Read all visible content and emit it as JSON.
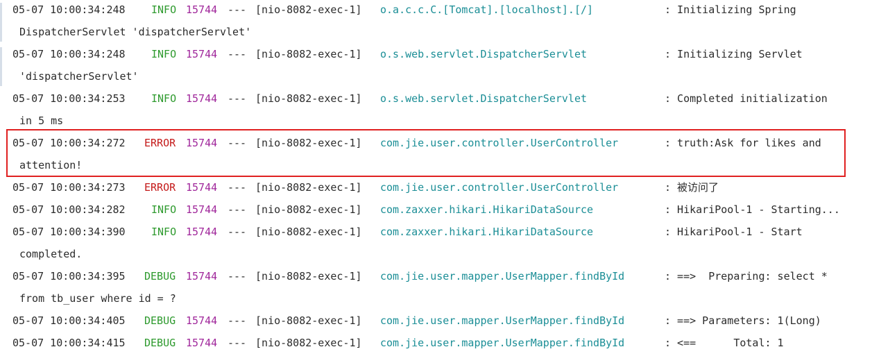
{
  "log_lines": [
    {
      "timestamp": "05-07 10:00:34:248",
      "level": "INFO",
      "pid": "15744",
      "separator": "---",
      "thread": "[nio-8082-exec-1]",
      "logger": "o.a.c.c.C.[Tomcat].[localhost].[/]",
      "message": ": Initializing Spring",
      "continuation": "DispatcherServlet 'dispatcherServlet'"
    },
    {
      "timestamp": "05-07 10:00:34:248",
      "level": "INFO",
      "pid": "15744",
      "separator": "---",
      "thread": "[nio-8082-exec-1]",
      "logger": "o.s.web.servlet.DispatcherServlet",
      "message": ": Initializing Servlet",
      "continuation": "'dispatcherServlet'"
    },
    {
      "timestamp": "05-07 10:00:34:253",
      "level": "INFO",
      "pid": "15744",
      "separator": "---",
      "thread": "[nio-8082-exec-1]",
      "logger": "o.s.web.servlet.DispatcherServlet",
      "message": ": Completed initialization",
      "continuation": "in 5 ms"
    },
    {
      "timestamp": "05-07 10:00:34:272",
      "level": "ERROR",
      "pid": "15744",
      "separator": "---",
      "thread": "[nio-8082-exec-1]",
      "logger": "com.jie.user.controller.UserController",
      "message": ": truth:Ask for likes and",
      "continuation": "attention!"
    },
    {
      "timestamp": "05-07 10:00:34:273",
      "level": "ERROR",
      "pid": "15744",
      "separator": "---",
      "thread": "[nio-8082-exec-1]",
      "logger": "com.jie.user.controller.UserController",
      "message": ": 被访问了",
      "continuation": ""
    },
    {
      "timestamp": "05-07 10:00:34:282",
      "level": "INFO",
      "pid": "15744",
      "separator": "---",
      "thread": "[nio-8082-exec-1]",
      "logger": "com.zaxxer.hikari.HikariDataSource",
      "message": ": HikariPool-1 - Starting...",
      "continuation": ""
    },
    {
      "timestamp": "05-07 10:00:34:390",
      "level": "INFO",
      "pid": "15744",
      "separator": "---",
      "thread": "[nio-8082-exec-1]",
      "logger": "com.zaxxer.hikari.HikariDataSource",
      "message": ": HikariPool-1 - Start",
      "continuation": "completed."
    },
    {
      "timestamp": "05-07 10:00:34:395",
      "level": "DEBUG",
      "pid": "15744",
      "separator": "---",
      "thread": "[nio-8082-exec-1]",
      "logger": "com.jie.user.mapper.UserMapper.findById",
      "message": ": ==>  Preparing: select *",
      "continuation": "from tb_user where id = ?"
    },
    {
      "timestamp": "05-07 10:00:34:405",
      "level": "DEBUG",
      "pid": "15744",
      "separator": "---",
      "thread": "[nio-8082-exec-1]",
      "logger": "com.jie.user.mapper.UserMapper.findById",
      "message": ": ==> Parameters: 1(Long)",
      "continuation": ""
    },
    {
      "timestamp": "05-07 10:00:34:415",
      "level": "DEBUG",
      "pid": "15744",
      "separator": "---",
      "thread": "[nio-8082-exec-1]",
      "logger": "com.jie.user.mapper.UserMapper.findById",
      "message": ": <==      Total: 1",
      "continuation": ""
    }
  ],
  "colors": {
    "info": "#2e9a2e",
    "error": "#c41a1a",
    "debug": "#2e9a2e",
    "pid": "#a0279b",
    "logger": "#1b8e96",
    "highlight_border": "#e02020"
  }
}
